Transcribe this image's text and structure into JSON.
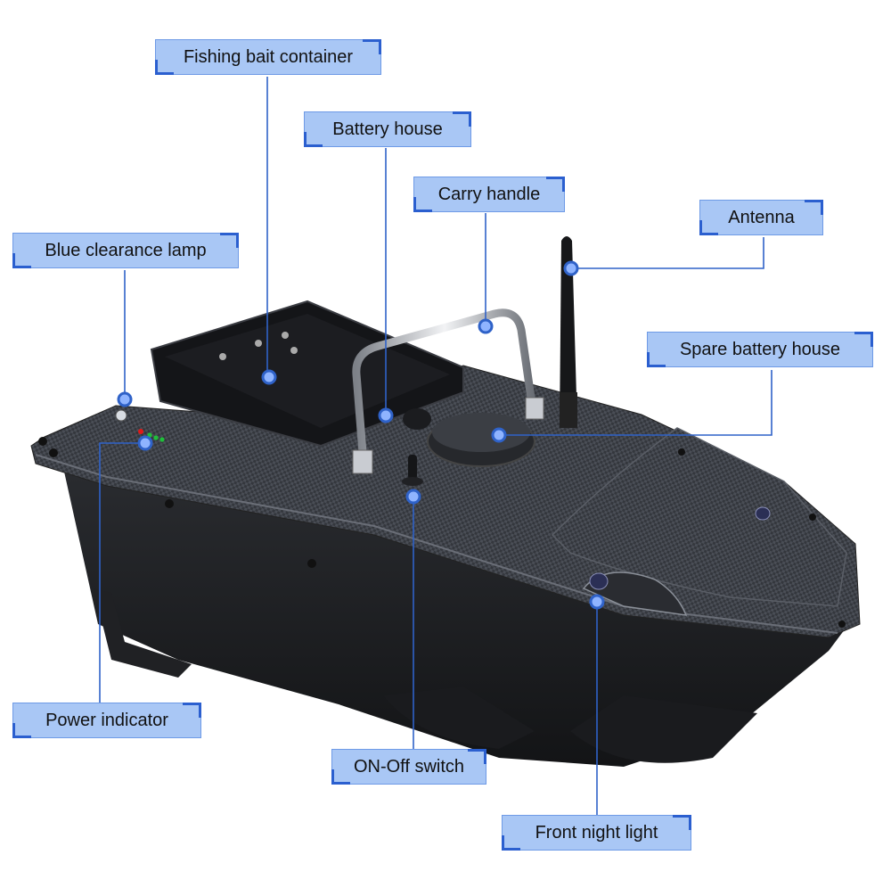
{
  "image": {
    "subject": "RC fishing bait boat with carbon-fiber pattern hull",
    "colors": {
      "label_fill": "#a9c7f5",
      "label_border": "#6e9ae6",
      "label_corner_accent": "#2b5fcf",
      "leader_line": "#2f62c8",
      "marker_fill": "#8fb4ff",
      "marker_ring": "#2f62c8",
      "hull": "#1e1f22",
      "deck": "#3a3d44",
      "chrome": "#c9ccd2",
      "power_led_red": "#e01818",
      "power_led_green": "#1fbf3a"
    }
  },
  "callouts": [
    {
      "id": "fishing-bait-container",
      "label": "Fishing bait container"
    },
    {
      "id": "battery-house",
      "label": "Battery house"
    },
    {
      "id": "carry-handle",
      "label": "Carry handle"
    },
    {
      "id": "antenna",
      "label": "Antenna"
    },
    {
      "id": "blue-clearance-lamp",
      "label": "Blue clearance lamp"
    },
    {
      "id": "spare-battery-house",
      "label": "Spare battery house"
    },
    {
      "id": "power-indicator",
      "label": "Power indicator"
    },
    {
      "id": "on-off-switch",
      "label": "ON-Off switch"
    },
    {
      "id": "front-night-light",
      "label": "Front night light"
    }
  ]
}
